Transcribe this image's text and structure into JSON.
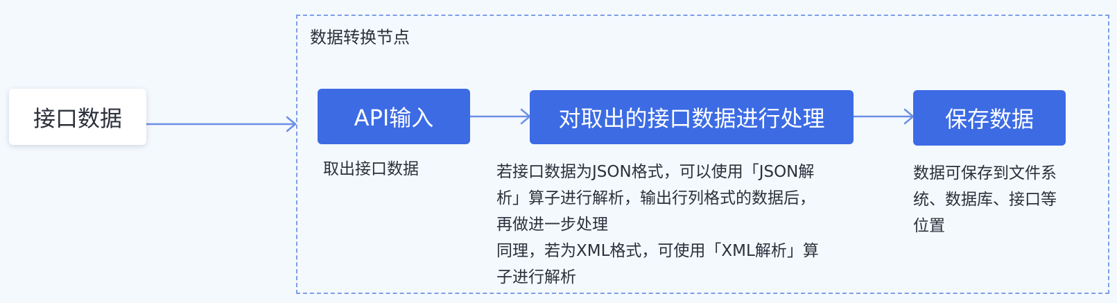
{
  "source": {
    "label": "接口数据"
  },
  "group": {
    "title": "数据转换节点",
    "steps": [
      {
        "label": "API输入",
        "note_lines": [
          "取出接口数据"
        ]
      },
      {
        "label": "对取出的接口数据进行处理",
        "note_lines": [
          "若接口数据为JSON格式，可以使用「JSON解",
          "析」算子进行解析，输出行列格式的数据后，",
          "再做进一步处理",
          "同理，若为XML格式，可使用「XML解析」算",
          "子进行解析"
        ]
      },
      {
        "label": "保存数据",
        "note_lines": [
          "数据可保存到文件系",
          "统、数据库、接口等",
          "位置"
        ]
      }
    ]
  },
  "colors": {
    "background": "#f4f9fd",
    "node_fill": "#3c6be4",
    "arrow": "#6b8fe6",
    "frame_border": "#7b9ee6",
    "text": "#2b2f3a"
  }
}
